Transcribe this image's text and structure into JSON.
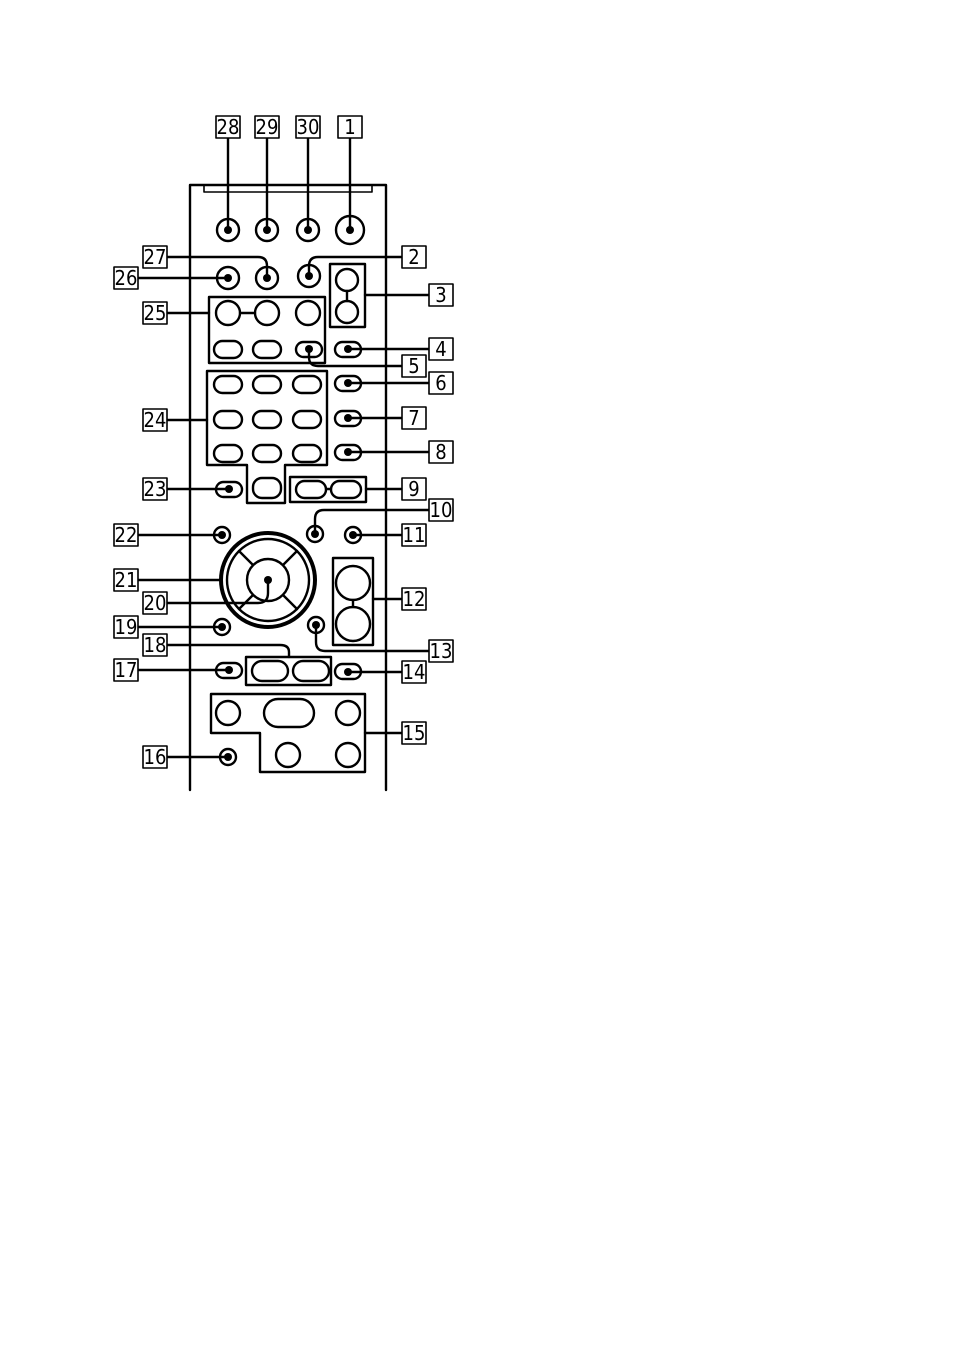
{
  "diagram": {
    "kind": "remote-control-callout-diagram",
    "callouts": [
      {
        "id": "c28",
        "number": "28"
      },
      {
        "id": "c29",
        "number": "29"
      },
      {
        "id": "c30",
        "number": "30"
      },
      {
        "id": "c1",
        "number": "1"
      },
      {
        "id": "c27",
        "number": "27"
      },
      {
        "id": "c26",
        "number": "26"
      },
      {
        "id": "c2",
        "number": "2"
      },
      {
        "id": "c3",
        "number": "3"
      },
      {
        "id": "c25",
        "number": "25"
      },
      {
        "id": "c4",
        "number": "4"
      },
      {
        "id": "c5",
        "number": "5"
      },
      {
        "id": "c6",
        "number": "6"
      },
      {
        "id": "c24",
        "number": "24"
      },
      {
        "id": "c7",
        "number": "7"
      },
      {
        "id": "c8",
        "number": "8"
      },
      {
        "id": "c23",
        "number": "23"
      },
      {
        "id": "c9",
        "number": "9"
      },
      {
        "id": "c10",
        "number": "10"
      },
      {
        "id": "c22",
        "number": "22"
      },
      {
        "id": "c11",
        "number": "11"
      },
      {
        "id": "c21",
        "number": "21"
      },
      {
        "id": "c12",
        "number": "12"
      },
      {
        "id": "c20",
        "number": "20"
      },
      {
        "id": "c19",
        "number": "19"
      },
      {
        "id": "c18",
        "number": "18"
      },
      {
        "id": "c13",
        "number": "13"
      },
      {
        "id": "c17",
        "number": "17"
      },
      {
        "id": "c14",
        "number": "14"
      },
      {
        "id": "c15",
        "number": "15"
      },
      {
        "id": "c16",
        "number": "16"
      }
    ]
  }
}
